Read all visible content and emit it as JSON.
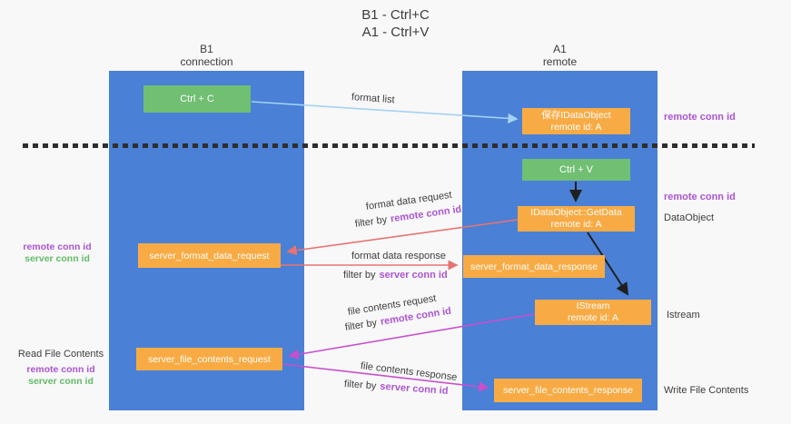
{
  "title": {
    "line1": "B1 - Ctrl+C",
    "line2": "A1 - Ctrl+V"
  },
  "columns": {
    "left": {
      "name": "B1",
      "subtitle": "connection"
    },
    "right": {
      "name": "A1",
      "subtitle": "remote"
    }
  },
  "nodes": {
    "ctrl_c": "Ctrl + C",
    "ctrl_v": "Ctrl + V",
    "save_dataobject_line1": "保存IDataObject",
    "save_dataobject_line2": "remote id: A",
    "getdata_line1": "IDataObject::GetData",
    "getdata_line2": "remote id: A",
    "istream_line1": "IStream",
    "istream_line2": "remote id: A",
    "format_request": "server_format_data_request",
    "format_response": "server_format_data_response",
    "file_request": "server_file_contents_request",
    "file_response": "server_file_contents_response"
  },
  "edge_labels": {
    "format_list": "format list",
    "format_data_request": "format data request",
    "format_data_response": "format data response",
    "file_contents_request": "file contents request",
    "file_contents_response": "file contents response",
    "filter_by": "filter by",
    "remote_conn_id": "remote conn id",
    "server_conn_id": "server conn id"
  },
  "side_labels": {
    "remote_conn_id": "remote conn id",
    "server_conn_id": "server conn id",
    "dataobject": "DataObject",
    "istream": "Istream",
    "read_file_contents": "Read File Contents",
    "write_file_contents": "Write File Contents"
  },
  "colors": {
    "col_blue": "#4a80d5",
    "box_green": "#70bf73",
    "box_orange": "#f8ab44",
    "txt_purple": "#ab55d2",
    "txt_green": "#63bb68",
    "arrow_red": "#e87272",
    "arrow_magenta": "#c94fcd",
    "arrow_blue": "#a3d3f2",
    "arrow_black": "#1f1f1f"
  }
}
